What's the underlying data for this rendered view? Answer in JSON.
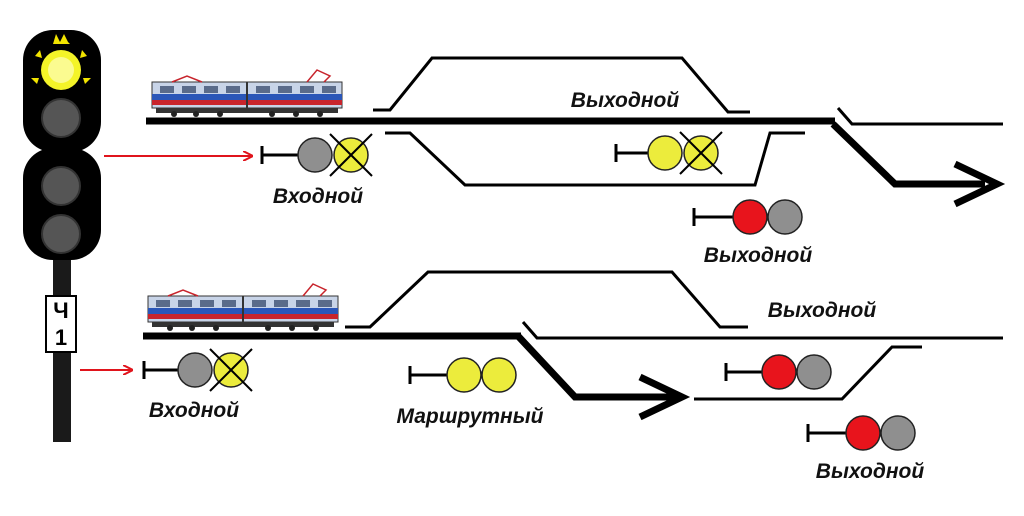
{
  "mast": {
    "plate_top": "Ч",
    "plate_bottom": "1"
  },
  "labels": {
    "entry_top": "Входной",
    "exit_top_upper": "Выходной",
    "exit_top_lower": "Выходной",
    "entry_bottom": "Входной",
    "route_bottom": "Маршрутный",
    "exit_bottom_upper": "Выходной",
    "exit_bottom_lower": "Выходной"
  },
  "colors": {
    "track": "#000000",
    "yellow": "#ecec3c",
    "red": "#e8141c",
    "grey": "#8f8f8f",
    "unlit": "#555555",
    "arrow_red": "#e0141c",
    "crown": "#f2e400"
  }
}
